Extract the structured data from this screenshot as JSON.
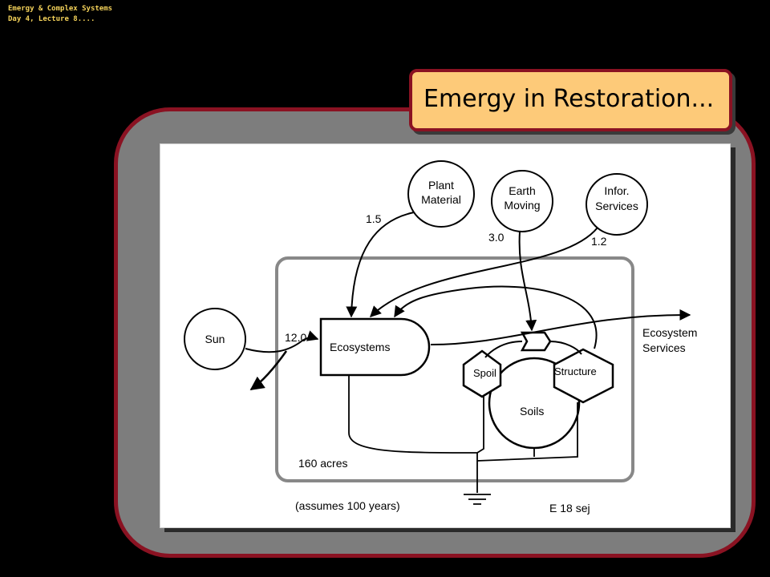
{
  "header": {
    "line1": "Emergy & Complex Systems",
    "line2": "Day 4, Lecture 8...."
  },
  "title": "Emergy in Restoration...",
  "diagram": {
    "sources": {
      "plant_line1": "Plant",
      "plant_line2": "Material",
      "earth_line1": "Earth",
      "earth_line2": "Moving",
      "infor_line1": "Infor.",
      "infor_line2": "Services",
      "sun": "Sun"
    },
    "flows": {
      "plant": "1.5",
      "earth": "3.0",
      "infor": "1.2",
      "sun": "12.0"
    },
    "components": {
      "ecosystems": "Ecosystems",
      "spoil": "Spoil",
      "structure": "Structure",
      "soils": "Soils"
    },
    "output_line1": "Ecosystem",
    "output_line2": "Services",
    "area": "160 acres",
    "assumption": "(assumes 100 years)",
    "units": "E 18 sej"
  }
}
